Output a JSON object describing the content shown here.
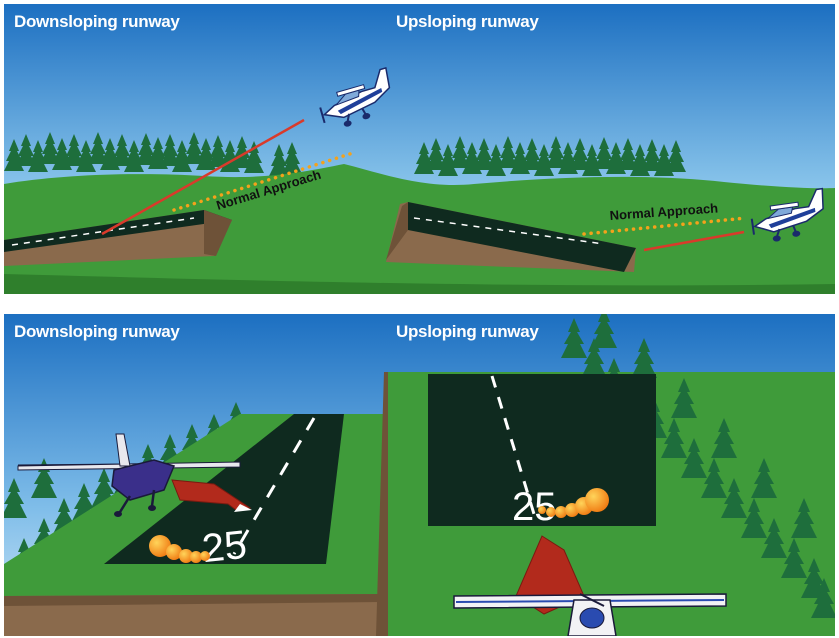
{
  "top_panel": {
    "left_heading": "Downsloping runway",
    "right_heading": "Upsloping runway",
    "left_approach_label": "Normal Approach",
    "right_approach_label": "Normal Approach"
  },
  "bottom_panel": {
    "left_heading": "Downsloping runway",
    "right_heading": "Upsloping runway",
    "left_runway_number": "25",
    "right_runway_number": "25"
  },
  "colors": {
    "sky_top": "#1c6fc1",
    "sky_bottom": "#d6ecf8",
    "grass": "#3f9b3a",
    "runway": "#0f2a1f",
    "dirt": "#8a6a4c",
    "approach_line": "#d93a2b",
    "normal_approach_dots": "#f4a21b"
  },
  "icons": [
    "airplane-icon",
    "tree-icon",
    "arrow-icon"
  ]
}
